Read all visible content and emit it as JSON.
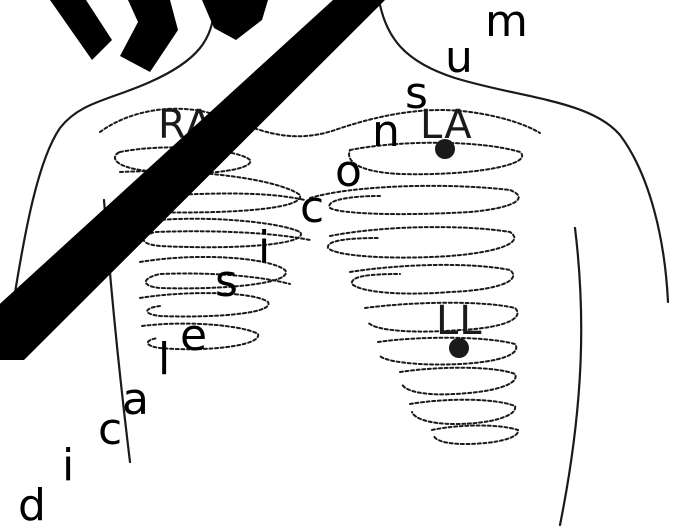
{
  "diagram": {
    "electrodes": [
      {
        "key": "ra",
        "label": "RA"
      },
      {
        "key": "la",
        "label": "LA"
      },
      {
        "key": "ll",
        "label": "LL"
      }
    ]
  },
  "watermark": {
    "text": "medicale si consum",
    "color": "#000000"
  },
  "colors": {
    "ink": "#1a1a1a",
    "background": "#ffffff"
  }
}
